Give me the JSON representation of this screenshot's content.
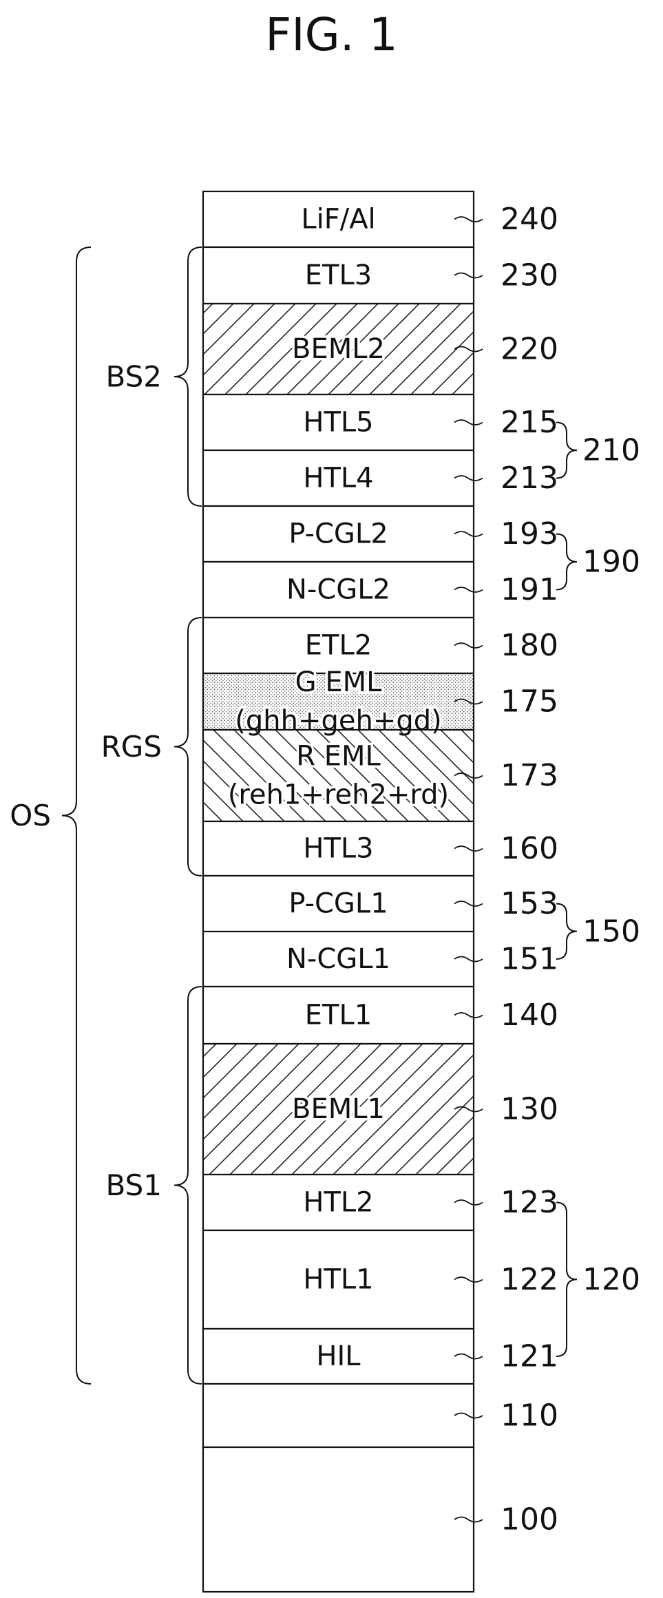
{
  "title": "FIG. 1",
  "layers": [
    {
      "lines": [
        "LiF/Al"
      ],
      "ref": "240",
      "fill": "none"
    },
    {
      "lines": [
        "ETL3"
      ],
      "ref": "230",
      "fill": "none"
    },
    {
      "lines": [
        "BEML2"
      ],
      "ref": "220",
      "fill": "hatch"
    },
    {
      "lines": [
        "HTL5"
      ],
      "ref": "215",
      "fill": "none"
    },
    {
      "lines": [
        "HTL4"
      ],
      "ref": "213",
      "fill": "none"
    },
    {
      "lines": [
        "P-CGL2"
      ],
      "ref": "193",
      "fill": "none"
    },
    {
      "lines": [
        "N-CGL2"
      ],
      "ref": "191",
      "fill": "none"
    },
    {
      "lines": [
        "ETL2"
      ],
      "ref": "180",
      "fill": "none"
    },
    {
      "lines": [
        "G EML",
        "(ghh+geh+gd)"
      ],
      "ref": "175",
      "fill": "dots"
    },
    {
      "lines": [
        "R EML",
        "(reh1+reh2+rd)"
      ],
      "ref": "173",
      "fill": "hatch-back"
    },
    {
      "lines": [
        "HTL3"
      ],
      "ref": "160",
      "fill": "none"
    },
    {
      "lines": [
        "P-CGL1"
      ],
      "ref": "153",
      "fill": "none"
    },
    {
      "lines": [
        "N-CGL1"
      ],
      "ref": "151",
      "fill": "none"
    },
    {
      "lines": [
        "ETL1"
      ],
      "ref": "140",
      "fill": "none"
    },
    {
      "lines": [
        "BEML1"
      ],
      "ref": "130",
      "fill": "hatch"
    },
    {
      "lines": [
        "HTL2"
      ],
      "ref": "123",
      "fill": "none"
    },
    {
      "lines": [
        "HTL1"
      ],
      "ref": "122",
      "fill": "none"
    },
    {
      "lines": [
        "HIL"
      ],
      "ref": "121",
      "fill": "none"
    },
    {
      "lines": [
        ""
      ],
      "ref": "110",
      "fill": "none"
    },
    {
      "lines": [
        ""
      ],
      "ref": "100",
      "fill": "none"
    }
  ],
  "left_groups": [
    {
      "label": "BS2",
      "from": 1,
      "to": 4
    },
    {
      "label": "RGS",
      "from": 7,
      "to": 10
    },
    {
      "label": "BS1",
      "from": 13,
      "to": 17
    }
  ],
  "outer_group": {
    "label": "OS",
    "from": 1,
    "to": 17
  },
  "right_groups": [
    {
      "label": "210",
      "from": 3,
      "to": 4
    },
    {
      "label": "190",
      "from": 5,
      "to": 6
    },
    {
      "label": "150",
      "from": 11,
      "to": 12
    },
    {
      "label": "120",
      "from": 15,
      "to": 17
    }
  ]
}
